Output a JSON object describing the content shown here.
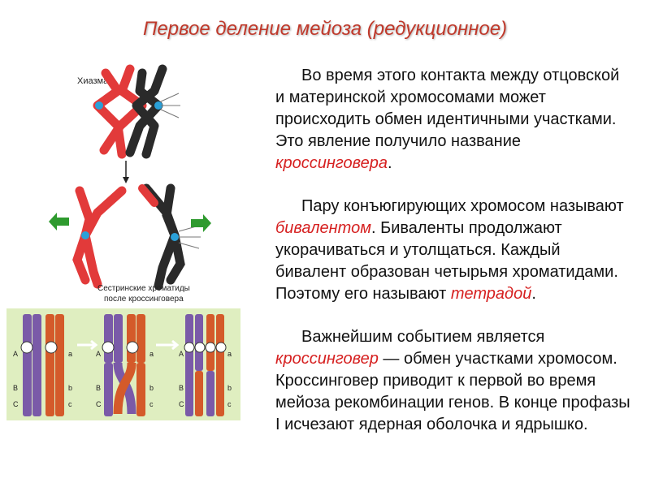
{
  "title": "Первое деление мейоза (редукционное)",
  "figure": {
    "chiasma_label": "Хиазма",
    "caption_line1": "Сестринские хроматиды",
    "caption_line2": "после кроссинговера",
    "gene_left": [
      "A",
      "B",
      "C"
    ],
    "gene_right": [
      "a",
      "b",
      "c"
    ]
  },
  "paragraphs": [
    {
      "before": "Во время этого контакта между отцовской и материнской хромосомами может происходить обмен идентичными участками. Это явление получило название ",
      "term": "кроссинговера",
      "after": "."
    },
    {
      "before": "Пару конъюгирующих хромосом называют ",
      "term": "бивалентом",
      "middle": ". Биваленты продолжают укорачиваться и утолщаться. Каждый бивалент образован четырьмя хроматидами. Поэтому его называют ",
      "term2": "тетрадой",
      "after": "."
    },
    {
      "before": "Важнейшим событием является ",
      "term": "кроссинговер",
      "after": " — обмен участками хромосом. Кроссинговер приводит к первой во время мейоза рекомбинации генов. В конце профазы I исчезают ядерная оболочка и ядрышко."
    }
  ],
  "colors": {
    "title": "#c0392b",
    "term": "#d62020",
    "red_chromosome": "#e23a3a",
    "black_chromosome": "#2a2a2a",
    "purple_chromatid": "#7a5aa8",
    "orange_chromatid": "#d45a2a",
    "panel_bg": "#dfeec0",
    "arrow_green": "#2e9a2e"
  }
}
